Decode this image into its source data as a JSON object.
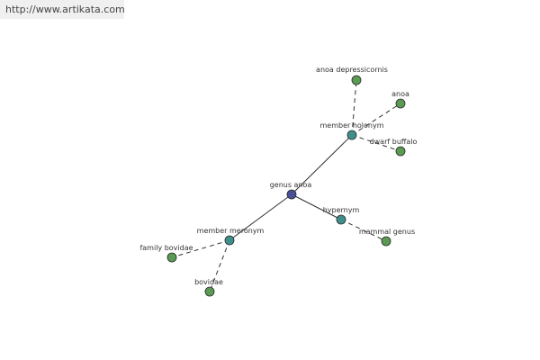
{
  "site_url": "http://www.artikata.com",
  "colors": {
    "center": "#4b4f9a",
    "relation": "#3e8f8b",
    "leaf": "#5a9a52",
    "edge": "#333333"
  },
  "nodes": {
    "center": "genus anoa",
    "holonym": "member holonym",
    "meronym": "member meronym",
    "hypernym": "hypernym",
    "leaf1": "anoa depressicornis",
    "leaf2": "anoa",
    "leaf3": "dwarf buffalo",
    "leaf4": "mammal genus",
    "leaf5": "family bovidae",
    "leaf6": "bovidae"
  }
}
